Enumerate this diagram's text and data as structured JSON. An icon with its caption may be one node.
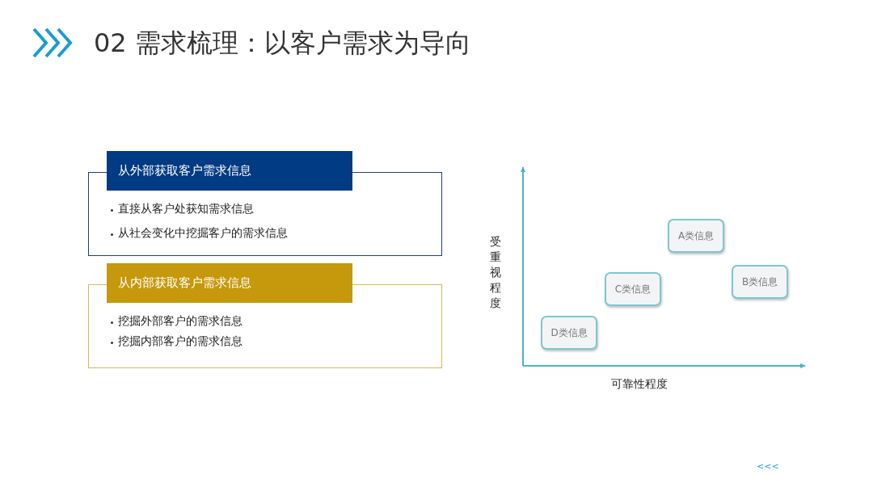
{
  "diagram": {
    "title": "02 需求梳理：以客户需求为导向",
    "nodes": [
      {
        "text": [
          "从外部获取客户需求信息",
          "直接从客户处获知需求信息",
          "从社会变化中挖掘客户的需求信息"
        ]
      },
      {
        "text": [
          "从内部获取客户需求信息",
          "挖掘外部客户的需求信息",
          "挖掘内部客户的需求信息"
        ]
      },
      {
        "text": [
          "A类信息"
        ]
      },
      {
        "text": [
          "B类信息"
        ]
      },
      {
        "text": [
          "C类信息"
        ]
      },
      {
        "text": [
          "D类信息"
        ]
      }
    ],
    "labels": [
      "受重视程度",
      "可靠性程度",
      "<<<"
    ]
  }
}
